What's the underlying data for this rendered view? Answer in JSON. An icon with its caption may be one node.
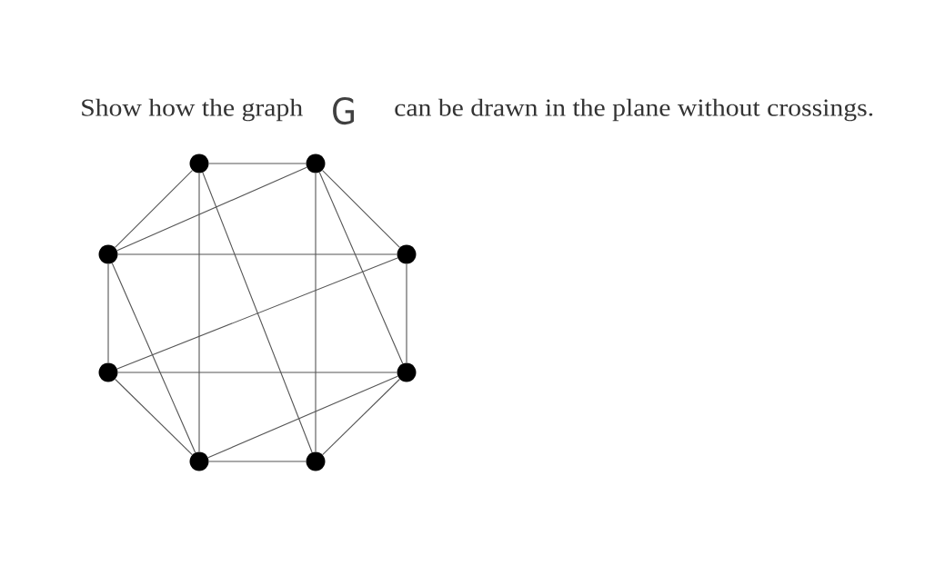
{
  "diagram": {
    "nodes": [
      {
        "text": [],
        "shape": "circle"
      },
      {
        "text": [],
        "shape": "circle"
      },
      {
        "text": [],
        "shape": "circle"
      },
      {
        "text": [],
        "shape": "circle"
      },
      {
        "text": [],
        "shape": "circle"
      },
      {
        "text": [],
        "shape": "circle"
      },
      {
        "text": [],
        "shape": "circle"
      },
      {
        "text": [],
        "shape": "circle"
      }
    ],
    "edges": [
      {
        "from": 0,
        "to": 1,
        "arrow": "none"
      },
      {
        "from": 1,
        "to": 3,
        "arrow": "none"
      },
      {
        "from": 3,
        "to": 5,
        "arrow": "none"
      },
      {
        "from": 5,
        "to": 7,
        "arrow": "none"
      },
      {
        "from": 6,
        "to": 7,
        "arrow": "none"
      },
      {
        "from": 4,
        "to": 6,
        "arrow": "none"
      },
      {
        "from": 2,
        "to": 4,
        "arrow": "none"
      },
      {
        "from": 0,
        "to": 2,
        "arrow": "none"
      },
      {
        "from": 1,
        "to": 2,
        "arrow": "none"
      },
      {
        "from": 2,
        "to": 3,
        "arrow": "none"
      },
      {
        "from": 0,
        "to": 6,
        "arrow": "none"
      },
      {
        "from": 0,
        "to": 7,
        "arrow": "none"
      },
      {
        "from": 1,
        "to": 7,
        "arrow": "none"
      },
      {
        "from": 1,
        "to": 5,
        "arrow": "none"
      },
      {
        "from": 3,
        "to": 4,
        "arrow": "none"
      },
      {
        "from": 4,
        "to": 5,
        "arrow": "none"
      },
      {
        "from": 2,
        "to": 6,
        "arrow": "none"
      },
      {
        "from": 5,
        "to": 6,
        "arrow": "none"
      }
    ],
    "labels": [
      "Show how the graph",
      "G",
      "can be drawn in the plane without crossings."
    ]
  }
}
